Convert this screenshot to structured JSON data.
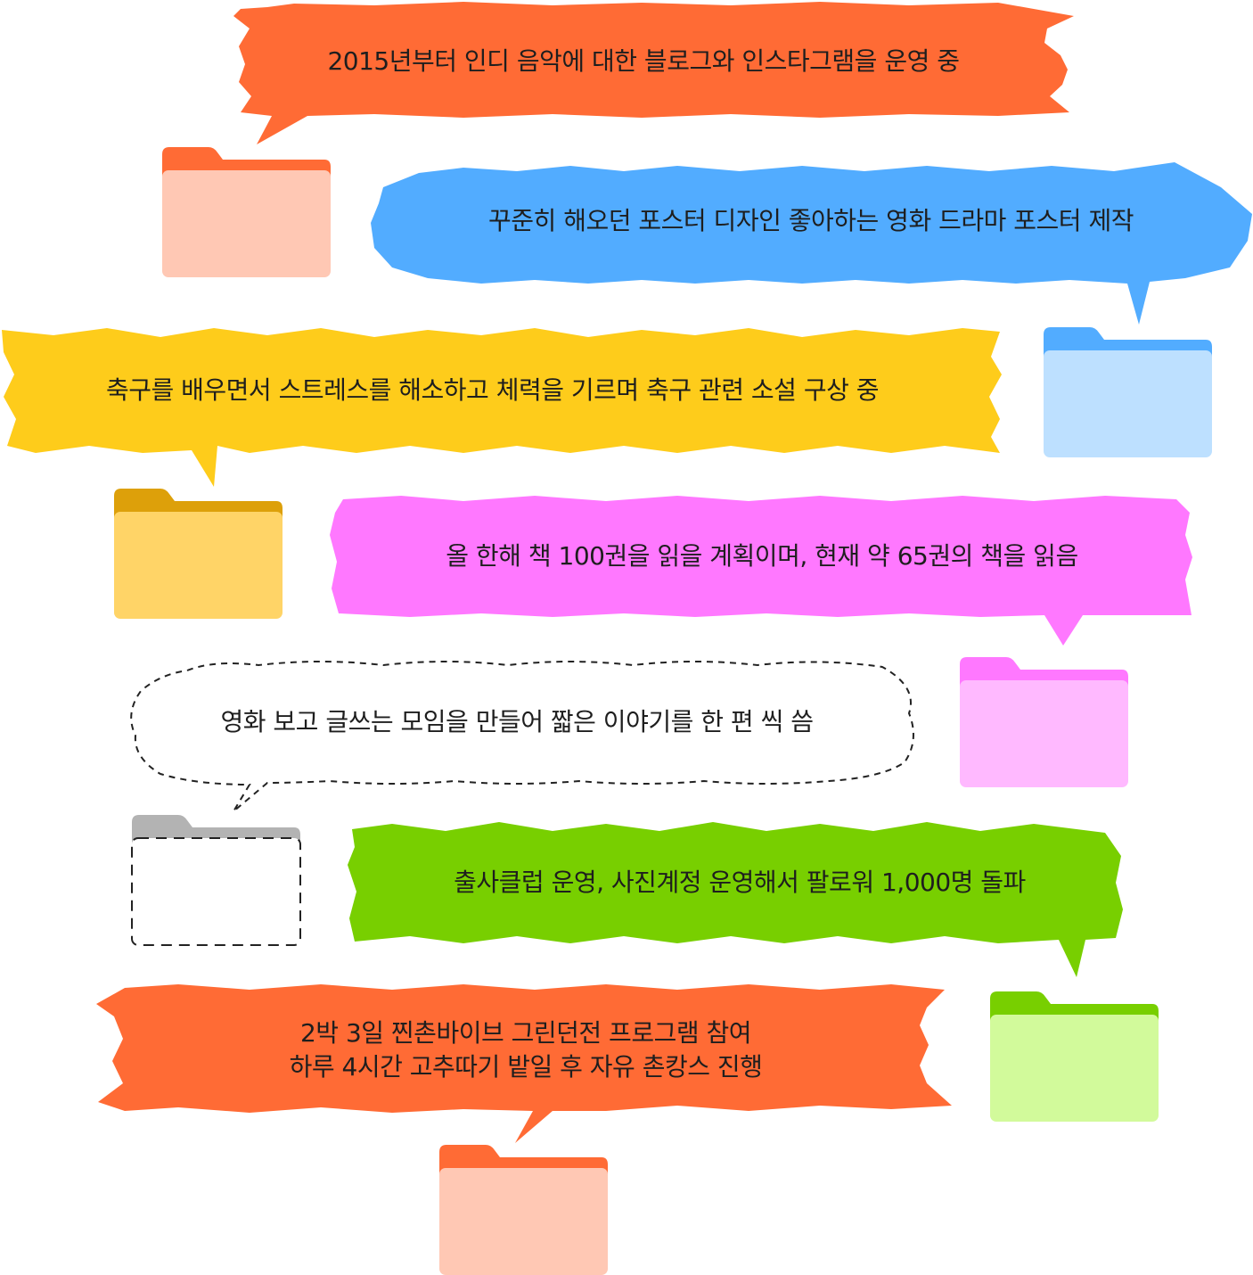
{
  "colors": {
    "orange": "#ff6b35",
    "orange_folder_tab": "#ff6b35",
    "orange_folder_body": "#ffc8b4",
    "blue": "#52acff",
    "blue_folder_tab": "#52acff",
    "blue_folder_body": "#bde0ff",
    "yellow": "#fecc1b",
    "yellow_folder_tab": "#dda00a",
    "yellow_folder_body": "#ffd467",
    "magenta": "#ff78ff",
    "magenta_folder_tab": "#ff78ff",
    "magenta_folder_body": "#ffb9ff",
    "green": "#78cf00",
    "green_folder_tab": "#78cf00",
    "green_folder_body": "#d2fa9b",
    "gray_folder_tab": "#b3b3b3"
  },
  "items": [
    {
      "text_lines": [
        "2015년부터 인디 음악에 대한 블로그와 인스타그램을 운영 중"
      ],
      "color": "orange",
      "folder_icon": "folder-icon"
    },
    {
      "text_lines": [
        "꾸준히 해오던 포스터 디자인 좋아하는 영화 드라마 포스터 제작"
      ],
      "color": "blue",
      "folder_icon": "folder-icon"
    },
    {
      "text_lines": [
        "축구를 배우면서 스트레스를 해소하고 체력을 기르며 축구 관련 소설 구상 중"
      ],
      "color": "yellow",
      "folder_icon": "folder-icon"
    },
    {
      "text_lines": [
        "올 한해 책 100권을 읽을 계획이며, 현재 약 65권의 책을 읽음"
      ],
      "color": "magenta",
      "folder_icon": "folder-icon"
    },
    {
      "text_lines": [
        "영화 보고 글쓰는 모임을 만들어 짧은 이야기를 한 편 씩 씀"
      ],
      "color": "outline",
      "folder_icon": "folder-outline-icon"
    },
    {
      "text_lines": [
        "출사클럽 운영, 사진계정 운영해서 팔로워 1,000명 돌파"
      ],
      "color": "green",
      "folder_icon": "folder-icon"
    },
    {
      "text_lines": [
        "2박 3일 찐촌바이브 그린던전 프로그램 참여",
        "하루 4시간 고추따기 밭일 후 자유 촌캉스 진행"
      ],
      "color": "orange",
      "folder_icon": "folder-icon"
    }
  ]
}
